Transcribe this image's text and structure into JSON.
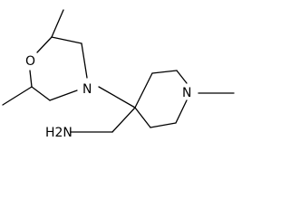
{
  "molecule": {
    "atoms": {
      "oxygen": "O",
      "morpholine_nitrogen": "N",
      "piperidine_nitrogen": "N",
      "amine": "H2N"
    }
  },
  "colors": {
    "bond": "#000000",
    "label": "#000000",
    "background": "#ffffff"
  }
}
